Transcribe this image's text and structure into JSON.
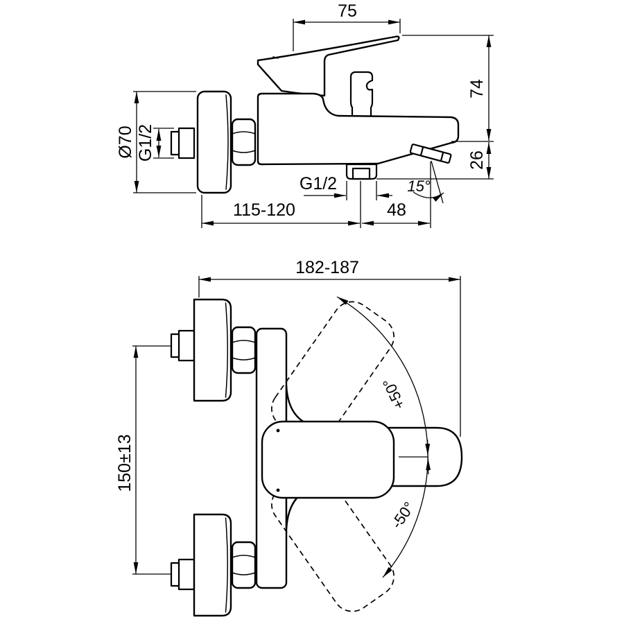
{
  "drawing": {
    "background": "#ffffff",
    "line_color": "#000000"
  },
  "side_view": {
    "lever_length": "75",
    "upper_height": "74",
    "spout_height": "26",
    "flange_diameter": "Ø70",
    "wall_thread": "G1/2",
    "outlet_thread": "G1/2",
    "wall_distance": "115-120",
    "spout_offset": "48",
    "spout_angle": "15°"
  },
  "plan_view": {
    "overall_depth": "182-187",
    "connection_spacing": "150±13",
    "swing_positive": "+50°",
    "swing_negative": "-50°"
  }
}
